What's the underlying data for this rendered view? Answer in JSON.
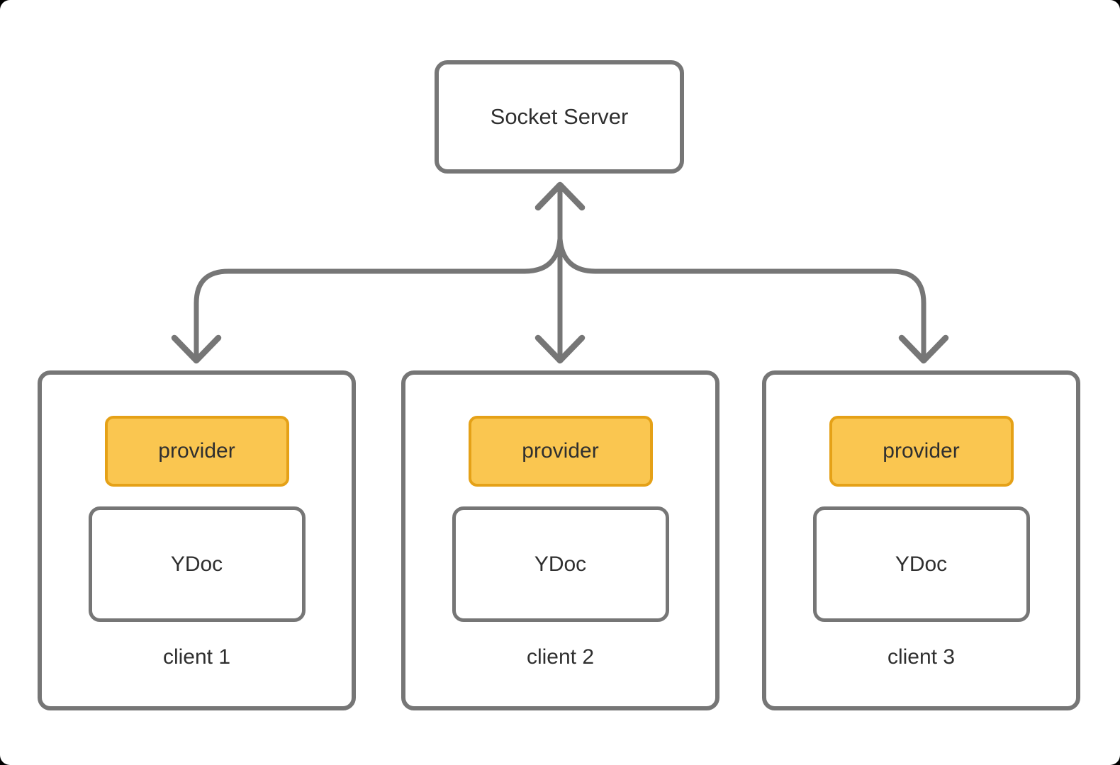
{
  "diagram": {
    "server": {
      "label": "Socket Server"
    },
    "clients": [
      {
        "label": "client 1",
        "provider_label": "provider",
        "ydoc_label": "YDoc"
      },
      {
        "label": "client 2",
        "provider_label": "provider",
        "ydoc_label": "YDoc"
      },
      {
        "label": "client 3",
        "provider_label": "provider",
        "ydoc_label": "YDoc"
      }
    ],
    "connector": {
      "description": "bidirectional arrow between Socket Server and the three clients",
      "arrow_style": "open-chevron"
    },
    "colors": {
      "line": "#767676",
      "box_border": "#767676",
      "provider_fill": "#FAC650",
      "provider_border": "#E5A117",
      "text": "#2f2f2f",
      "background": "#ffffff"
    }
  }
}
